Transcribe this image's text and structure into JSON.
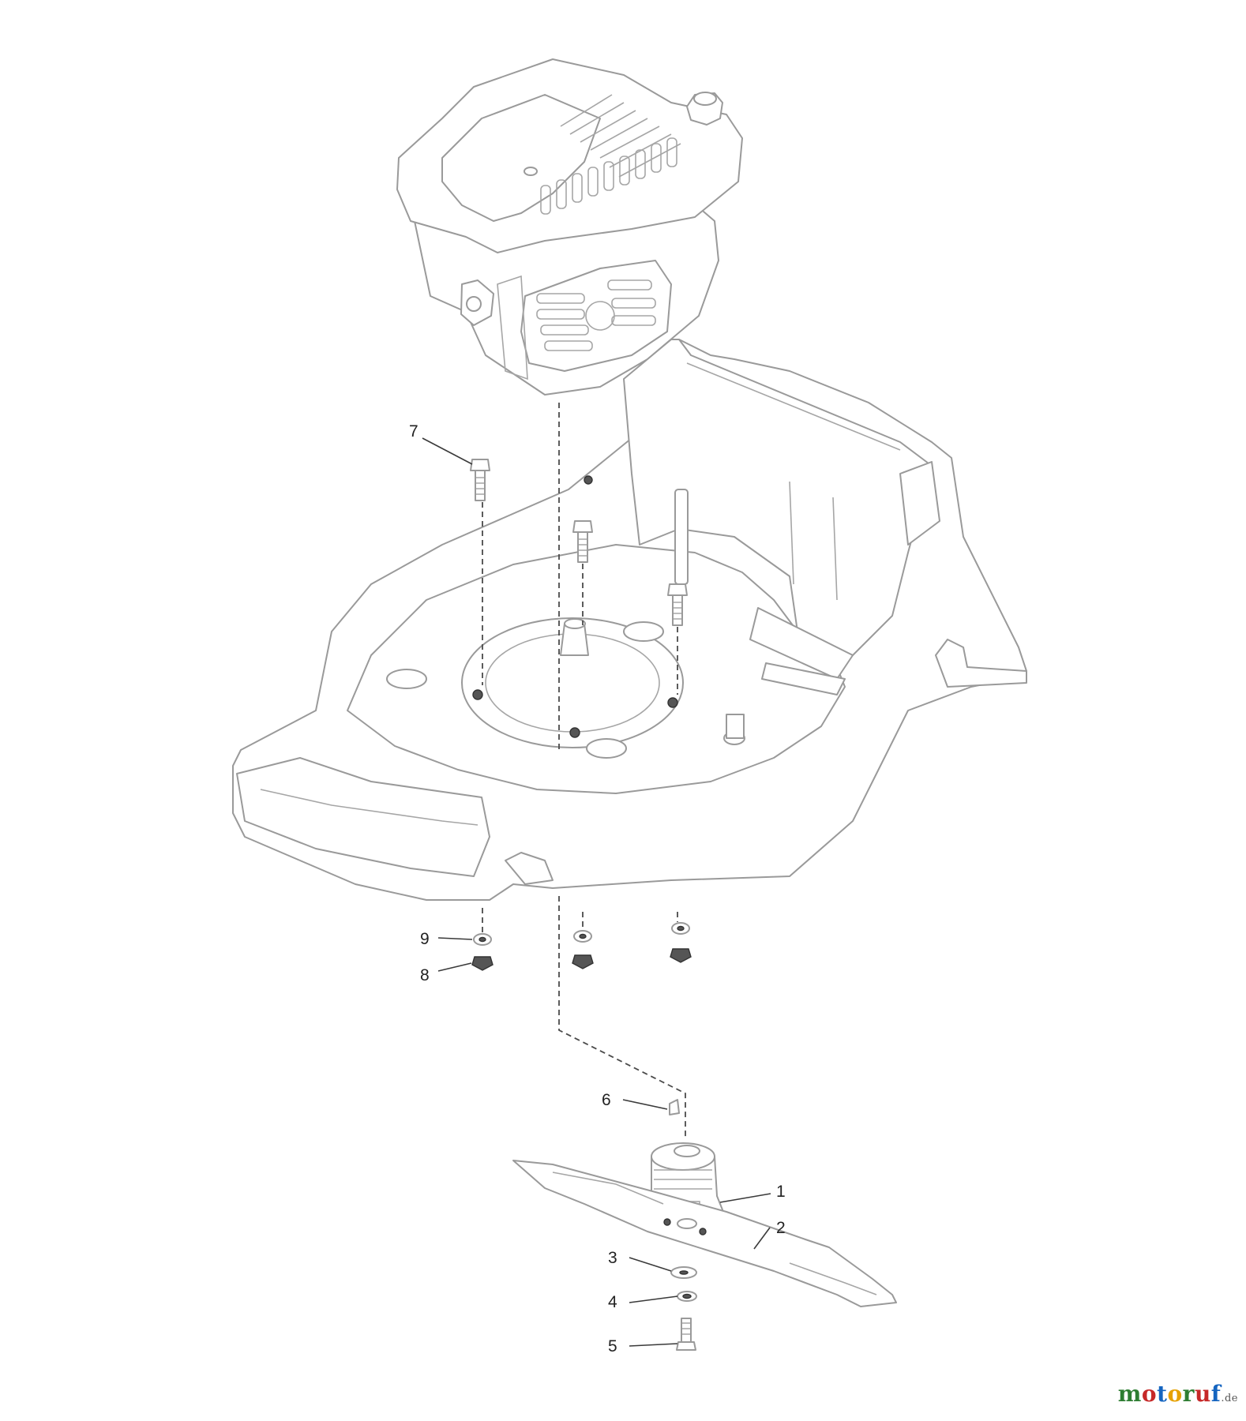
{
  "callouts": {
    "c1": "1",
    "c2": "2",
    "c3": "3",
    "c4": "4",
    "c5": "5",
    "c6": "6",
    "c7": "7",
    "c8": "8",
    "c9": "9"
  },
  "watermark": {
    "letters": [
      "m",
      "o",
      "t",
      "o",
      "r",
      "u",
      "f"
    ],
    "letter_colors": [
      "#2e7d32",
      "#c62828",
      "#1565c0",
      "#e6a100",
      "#2e7d32",
      "#c62828",
      "#1565c0"
    ],
    "tld": ".de"
  },
  "colors": {
    "line": "#9a9a9a",
    "leader": "#3a3a3a"
  }
}
